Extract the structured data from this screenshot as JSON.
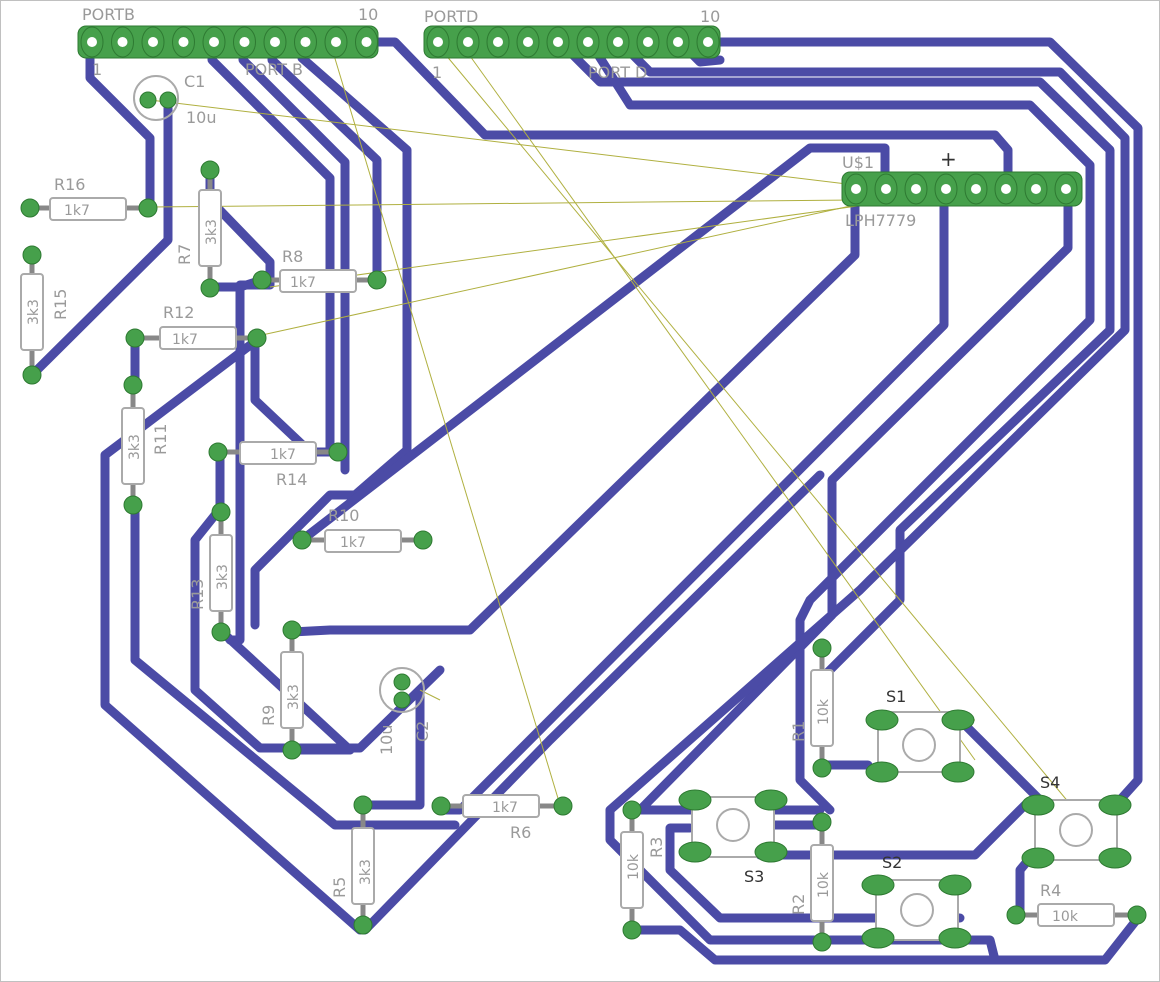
{
  "headers": {
    "portb": {
      "name": "PORTB",
      "label": "PORT B",
      "pin1": "1",
      "pin10": "10"
    },
    "portd": {
      "name": "PORTD",
      "label": "PORT D",
      "pin1": "1",
      "pin10": "10"
    }
  },
  "chip": {
    "name": "U$1",
    "value": "LPH7779"
  },
  "capacitors": {
    "c1": {
      "name": "C1",
      "value": "10u"
    },
    "c2": {
      "name": "C2",
      "value": "10u"
    }
  },
  "resistors": {
    "r1": {
      "name": "R1",
      "value": "10k"
    },
    "r2": {
      "name": "R2",
      "value": "10k"
    },
    "r3": {
      "name": "R3",
      "value": "10k"
    },
    "r4": {
      "name": "R4",
      "value": "10k"
    },
    "r5": {
      "name": "R5",
      "value": "3k3"
    },
    "r6": {
      "name": "R6",
      "value": "1k7"
    },
    "r7": {
      "name": "R7",
      "value": "3k3"
    },
    "r8": {
      "name": "R8",
      "value": "1k7"
    },
    "r9": {
      "name": "R9",
      "value": "3k3"
    },
    "r10": {
      "name": "R10",
      "value": "1k7"
    },
    "r11": {
      "name": "R11",
      "value": "3k3"
    },
    "r12": {
      "name": "R12",
      "value": "1k7"
    },
    "r13": {
      "name": "R13",
      "value": "3k3"
    },
    "r14": {
      "name": "R14",
      "value": "1k7"
    },
    "r15": {
      "name": "R15",
      "value": "3k3"
    },
    "r16": {
      "name": "R16",
      "value": "1k7"
    }
  },
  "switches": {
    "s1": {
      "name": "S1"
    },
    "s2": {
      "name": "S2"
    },
    "s3": {
      "name": "S3"
    },
    "s4": {
      "name": "S4"
    }
  },
  "colors": {
    "trace": "#4b4ba6",
    "pad": "#46a04b",
    "airwire": "#a0a040",
    "silk": "#9a9a9a",
    "outline": "#b0b0b0"
  }
}
